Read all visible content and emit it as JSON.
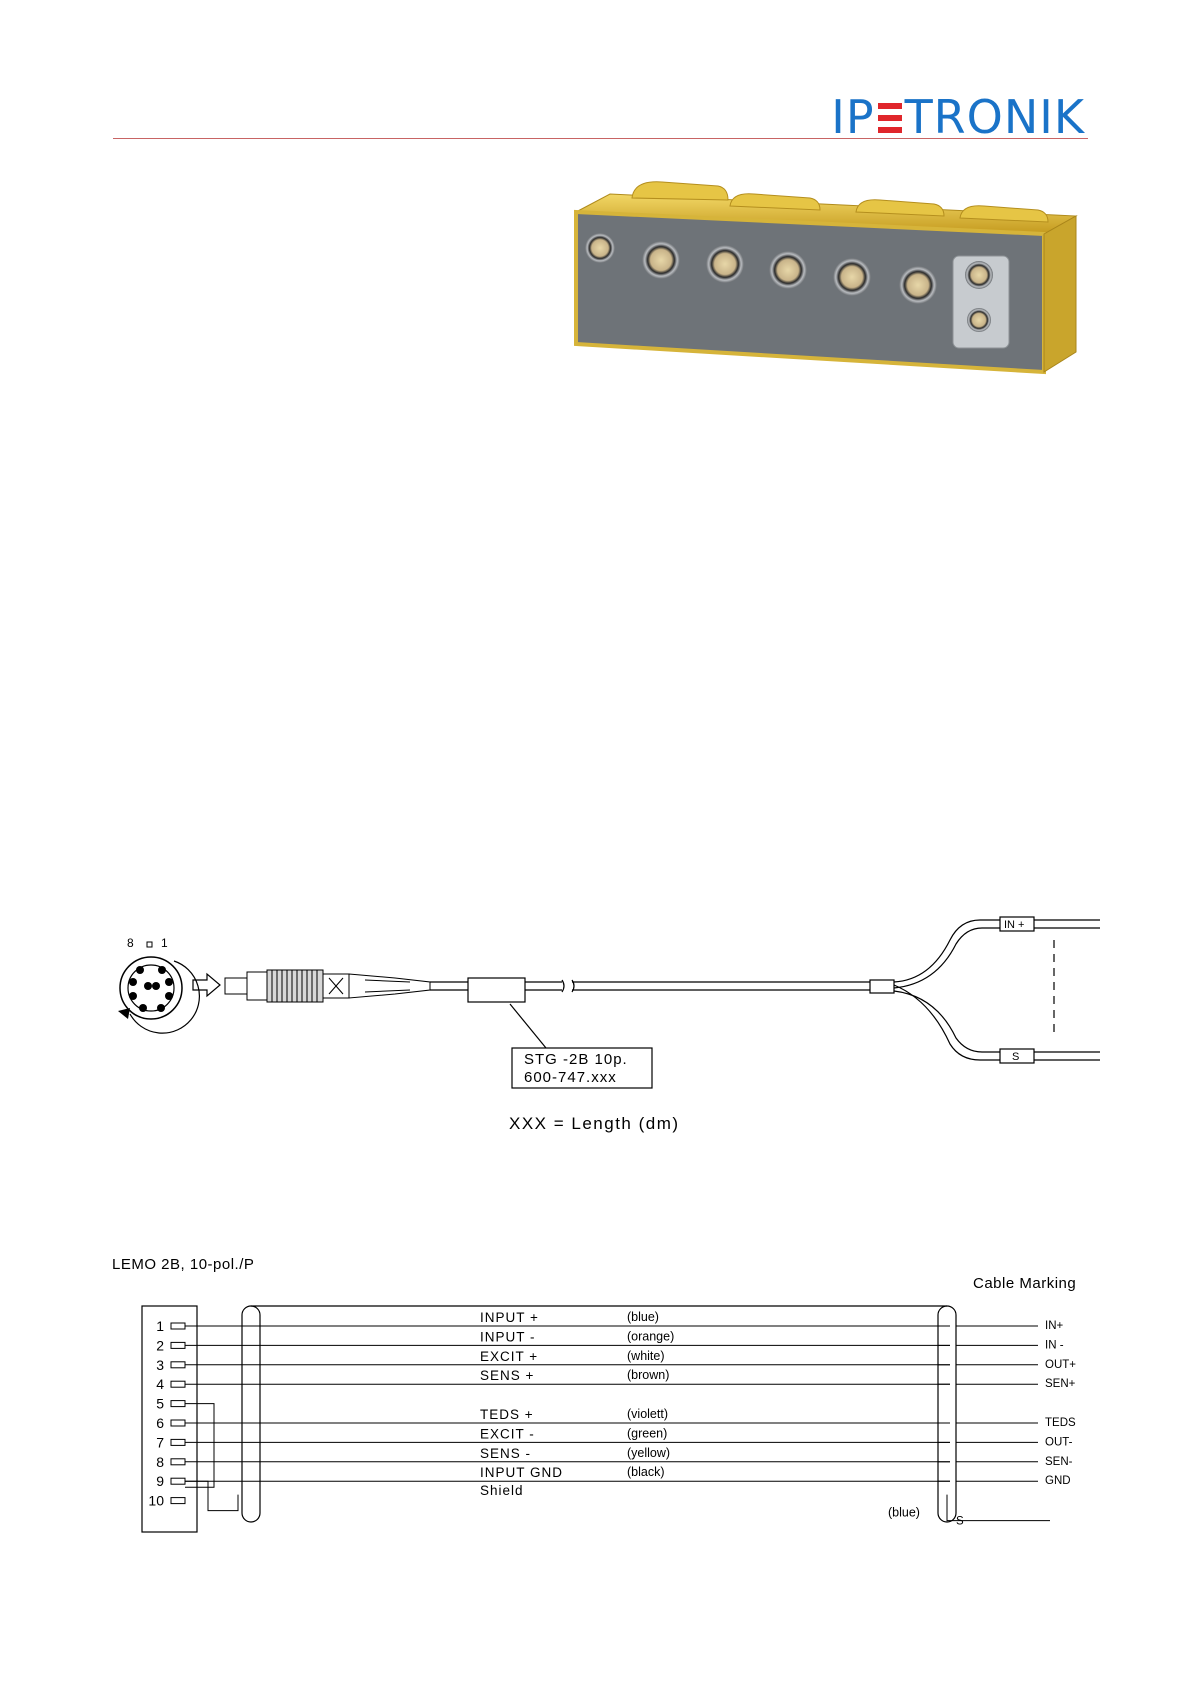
{
  "header": {
    "logo_text_left": "IP",
    "logo_text_right": "TRONIK",
    "logo_full": "IPETRONIK"
  },
  "product_photo": {
    "alt_marks": "device-with-connectors"
  },
  "cable_drawing": {
    "connector_pins_label_8": "8",
    "connector_pins_label_1": "1",
    "lead_label_top": "IN +",
    "lead_label_bottom": "S",
    "part_name": "STG -2B 10p.",
    "part_number": "600-747.xxx",
    "length_note": "XXX = Length (dm)"
  },
  "wiring": {
    "connector_title": "LEMO 2B, 10-pol./P",
    "cable_marking_title": "Cable Marking",
    "pins": [
      "1",
      "2",
      "3",
      "4",
      "5",
      "6",
      "7",
      "8",
      "9",
      "10"
    ],
    "signals": [
      {
        "name": "INPUT +",
        "color": "(blue)",
        "mark": "IN+"
      },
      {
        "name": "INPUT -",
        "color": "(orange)",
        "mark": "IN -"
      },
      {
        "name": "EXCIT +",
        "color": "(white)",
        "mark": "OUT+"
      },
      {
        "name": "SENS +",
        "color": "(brown)",
        "mark": "SEN+"
      },
      {
        "name": "TEDS +",
        "color": "(violett)",
        "mark": "TEDS"
      },
      {
        "name": "EXCIT -",
        "color": "(green)",
        "mark": "OUT-"
      },
      {
        "name": "SENS -",
        "color": "(yellow)",
        "mark": "SEN-"
      },
      {
        "name": "INPUT GND",
        "color": "(black)",
        "mark": "GND"
      },
      {
        "name": "Shield",
        "color": "(blue)",
        "mark": "S"
      }
    ]
  },
  "colors": {
    "logo_blue": "#1a73c8",
    "logo_red": "#e0262b",
    "rule": "#c86464",
    "housing_gold": "#d8b53a",
    "panel_gray": "#6e7378"
  }
}
